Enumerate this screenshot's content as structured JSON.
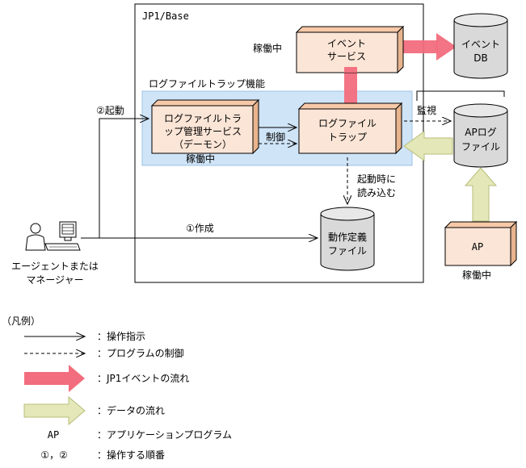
{
  "jp1_base_label": "JP1/Base",
  "event_service": {
    "line1": "イベント",
    "line2": "サービス",
    "status": "稼働中"
  },
  "event_db": {
    "line1": "イベント",
    "line2": "DB"
  },
  "logtrap_function": {
    "label": "ログファイルトラップ機能",
    "status": "稼働中"
  },
  "manager_service": {
    "line1": "ログファイルトラ",
    "line2": "ップ管理サービス",
    "line3": "（デーモン）"
  },
  "logfile_trap": {
    "line1": "ログファイル",
    "line2": "トラップ"
  },
  "ap_logfile": {
    "line1": "APログ",
    "line2": "ファイル"
  },
  "ap_box": {
    "label": "AP",
    "status": "稼働中"
  },
  "def_file": {
    "line1": "動作定義",
    "line2": "ファイル"
  },
  "agent": {
    "line1": "エージェントまたは",
    "line2": "マネージャー"
  },
  "arrow_labels": {
    "start": "②起動",
    "control": "制御",
    "monitor": "監視",
    "read_line1": "起動時に",
    "read_line2": "読み込む",
    "create": "①作成"
  },
  "legend": {
    "title": "（凡例）",
    "items": [
      {
        "symbol": "solid-arrow",
        "text": "：操作指示"
      },
      {
        "symbol": "dashed-arrow",
        "text": "：プログラムの制御"
      },
      {
        "symbol": "red-arrow",
        "text": "：JP1イベントの流れ"
      },
      {
        "symbol": "yellow-arrow",
        "text": "：データの流れ"
      },
      {
        "symbol": "AP",
        "text": "：アプリケーションプログラム"
      },
      {
        "symbol": "①，②",
        "text": "：操作する順番"
      }
    ]
  },
  "colors": {
    "box_fill": "#fbe5d6",
    "function_bg": "#cfe4f7",
    "cylinder_fill": "#d9d9d9",
    "event_flow": "#f26d7d",
    "data_flow": "#e4e8b8"
  }
}
